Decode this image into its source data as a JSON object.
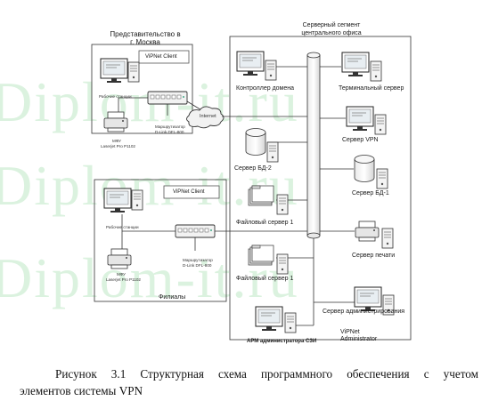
{
  "watermark": {
    "text": "Diplom-it.ru"
  },
  "diagram": {
    "moscow_office": {
      "title_line1": "Представительство в",
      "title_line2": "г. Москва",
      "vipnet_label": "ViPNet Client",
      "workstation_label": "Рабочие станции",
      "mfp_label": "МФУ",
      "mfp_model": "Laserjet Pro P1102",
      "router_label": "Маршрутизатор",
      "router_model": "D-Link DFL-800"
    },
    "internet_label": "Internet",
    "branch": {
      "title": "Филиалы",
      "vipnet_label": "ViPNet Client",
      "workstation_label": "Рабочие станции",
      "mfp_label": "МФУ",
      "mfp_model": "Laserjet Pro P1102",
      "router_label": "Маршрутизатор",
      "router_model": "D-Link DFL-800"
    },
    "server_segment": {
      "title_line1": "Серверный сегмент",
      "title_line2": "центрального офиса",
      "domain_controller": "Контроллер домена",
      "terminal_server": "Терминальный сервер",
      "vpn_server": "Сервер VPN",
      "db2_server": "Сервер БД-2",
      "db1_server": "Сервер БД-1",
      "file_server_a": "Файловый сервер 1",
      "file_server_b": "Файловый сервер 1",
      "print_server": "Сервер печати",
      "admin_server": "Сервер администрирования",
      "admin_workstation": "АРМ администратора СЗИ",
      "vipnet_admin_line1": "ViPNet",
      "vipnet_admin_line2": "Administrator"
    }
  },
  "caption": {
    "line1": "Рисунок 3.1 Структурная схема программного обеспечения с учетом",
    "line2": "элементов системы VPN"
  }
}
